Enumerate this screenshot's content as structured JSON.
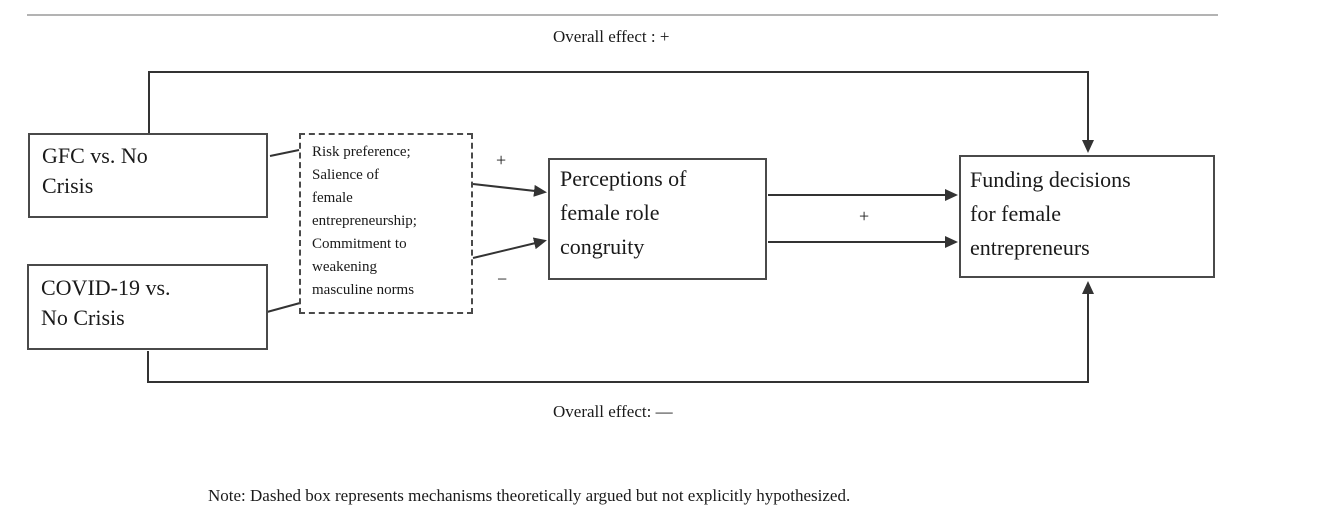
{
  "diagram": {
    "top_label": "Overall effect : +",
    "bottom_label": "Overall effect: —",
    "note": "Note: Dashed box represents mechanisms theoretically argued but not explicitly hypothesized.",
    "boxes": {
      "gfc": {
        "lines": [
          "GFC vs. No",
          "Crisis"
        ]
      },
      "covid": {
        "lines": [
          "COVID-19 vs.",
          "No Crisis"
        ]
      },
      "mechanisms": {
        "lines": [
          "Risk preference;",
          "Salience of",
          "female",
          "entrepreneurship;",
          "Commitment to",
          "weakening",
          "masculine norms"
        ]
      },
      "perceptions": {
        "lines": [
          "Perceptions of",
          "female role",
          "congruity"
        ]
      },
      "funding": {
        "lines": [
          "Funding decisions",
          "for female",
          "entrepreneurs"
        ]
      }
    },
    "signs": {
      "mediation_positive": "+",
      "mediation_negative": "−",
      "direct_positive": "+"
    },
    "colors": {
      "line": "#333333",
      "box_border": "#4a4a4a",
      "text": "#1a1a1a",
      "top_rule": "#b3b3b3",
      "background": "#ffffff"
    }
  }
}
